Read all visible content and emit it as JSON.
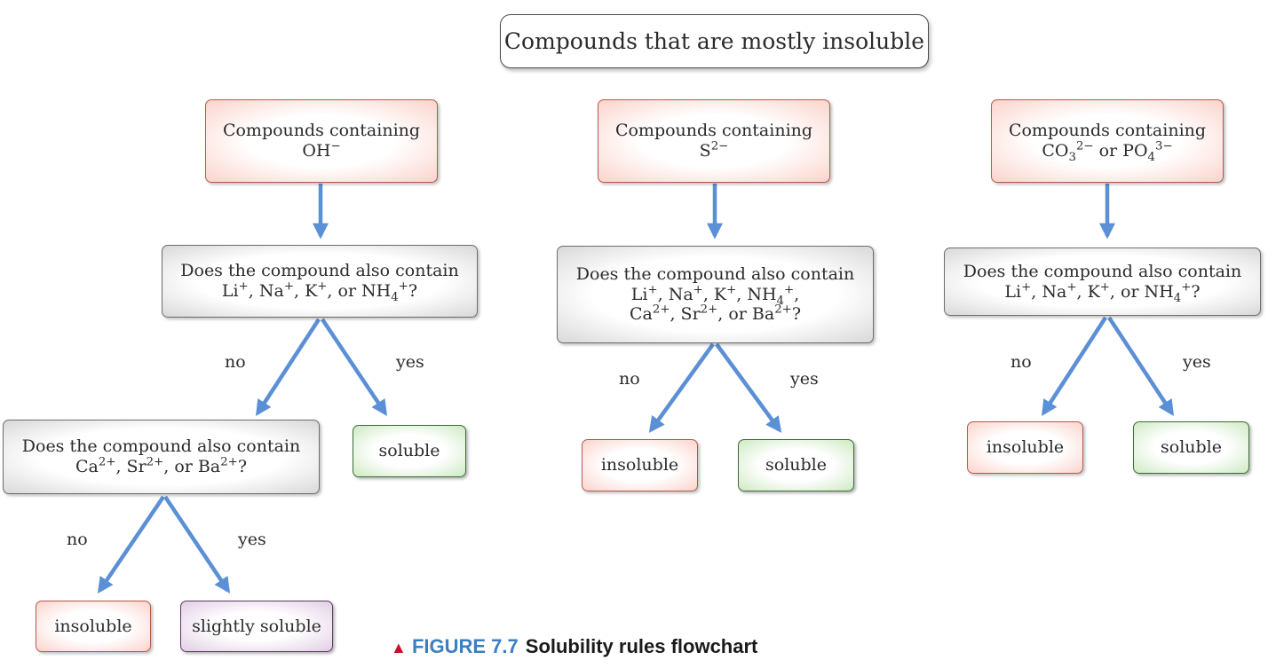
{
  "title": "Compounds that are mostly insoluble",
  "columns": [
    {
      "start_line1": "Compounds containing",
      "start_line2": {
        "base": "OH",
        "sup": "−"
      },
      "question": {
        "line1": "Does the compound also contain",
        "line2": "Li+, Na+, K+, or NH4+?"
      },
      "no_label": "no",
      "yes_label": "yes",
      "yes_result": "soluble",
      "sub_question": {
        "line1": "Does the compound also contain",
        "line2": "Ca2+, Sr2+, or Ba2+?",
        "no_label": "no",
        "yes_label": "yes",
        "no_result": "insoluble",
        "yes_result": "slightly soluble"
      }
    },
    {
      "start_line1": "Compounds containing",
      "start_line2": {
        "base": "S",
        "sup": "2−"
      },
      "question": {
        "line1": "Does the compound also contain",
        "line2": "Li+, Na+, K+, NH4+,",
        "line3": "Ca2+, Sr2+, or Ba2+?"
      },
      "no_label": "no",
      "yes_label": "yes",
      "no_result": "insoluble",
      "yes_result": "soluble"
    },
    {
      "start_line1": "Compounds containing",
      "start_line2": "CO3 2− or PO4 3−",
      "question": {
        "line1": "Does the compound also contain",
        "line2": "Li+, Na+, K+, or NH4+?"
      },
      "no_label": "no",
      "yes_label": "yes",
      "no_result": "insoluble",
      "yes_result": "soluble"
    }
  ],
  "caption": {
    "marker": "▲",
    "figure": "FIGURE 7.7",
    "text": "Solubility rules flowchart"
  },
  "colors": {
    "arrow": "#5b8fd6",
    "red_fill": "#fbd3cb",
    "green_fill": "#cdeac2",
    "purple_fill": "#e3cde6",
    "caption_figure": "#3a7fc2",
    "caption_marker": "#c8102e"
  }
}
